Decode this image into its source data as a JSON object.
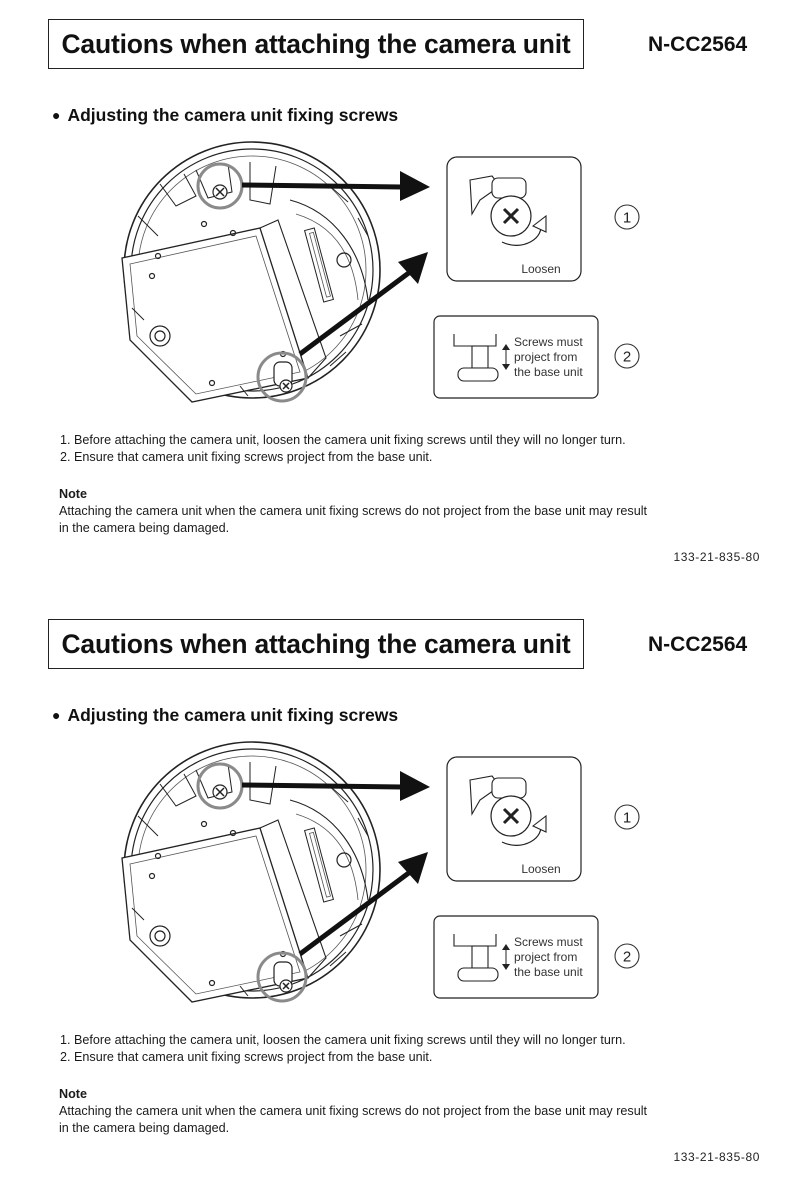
{
  "sheets": [
    {
      "title": "Cautions when attaching the camera unit",
      "model": "N-CC2564",
      "subheading": "Adjusting the camera unit fixing screws",
      "bullet": "●",
      "figure": {
        "step1_number": "1",
        "step1_label": "Loosen",
        "step2_number": "2",
        "step2_label_line1": "Screws must",
        "step2_label_line2": "project from",
        "step2_label_line3": "the base unit"
      },
      "steps": [
        "1. Before attaching the camera unit, loosen the camera unit fixing screws until they will no longer turn.",
        "2. Ensure that camera unit fixing screws project from the base unit."
      ],
      "note_title": "Note",
      "note_text": "Attaching the camera unit when the camera unit fixing screws do not project from the base unit may result in the camera being damaged.",
      "doc_number": "133-21-835-80"
    },
    {
      "title": "Cautions when attaching the camera unit",
      "model": "N-CC2564",
      "subheading": "Adjusting the camera unit fixing screws",
      "bullet": "●",
      "figure": {
        "step1_number": "1",
        "step1_label": "Loosen",
        "step2_number": "2",
        "step2_label_line1": "Screws must",
        "step2_label_line2": "project from",
        "step2_label_line3": "the base unit"
      },
      "steps": [
        "1. Before attaching the camera unit, loosen the camera unit fixing screws until they will no longer turn.",
        "2. Ensure that camera unit fixing screws project from the base unit."
      ],
      "note_title": "Note",
      "note_text": "Attaching the camera unit when the camera unit fixing screws do not project from the base unit may result in the camera being damaged.",
      "doc_number": "133-21-835-80"
    }
  ]
}
